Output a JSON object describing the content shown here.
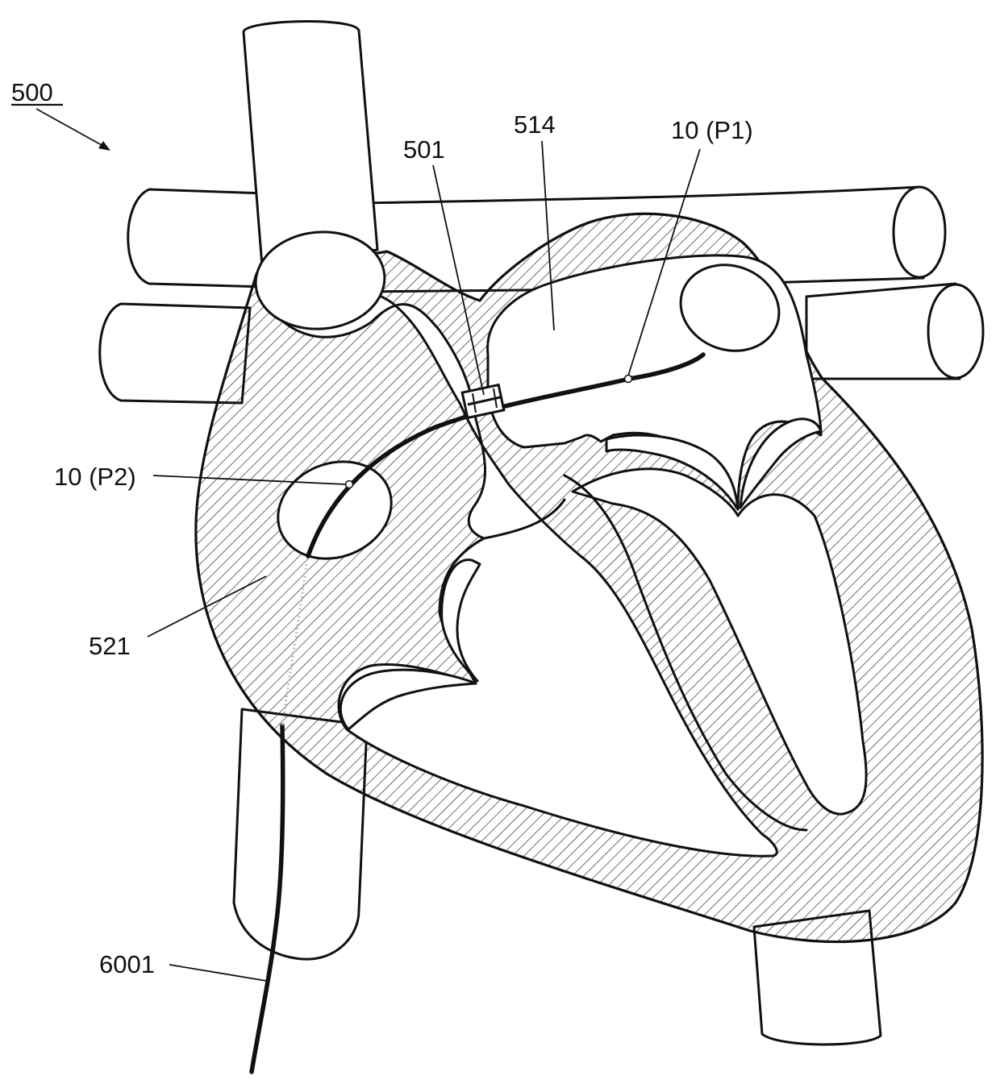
{
  "figure": {
    "ref": "500",
    "labels": {
      "device": "501",
      "chamber_514": "514",
      "sensor_p1": "10 (P1)",
      "sensor_p2": "10 (P2)",
      "chamber_521": "521",
      "catheter": "6001"
    }
  },
  "colors": {
    "ink": "#111111",
    "background": "#ffffff"
  }
}
